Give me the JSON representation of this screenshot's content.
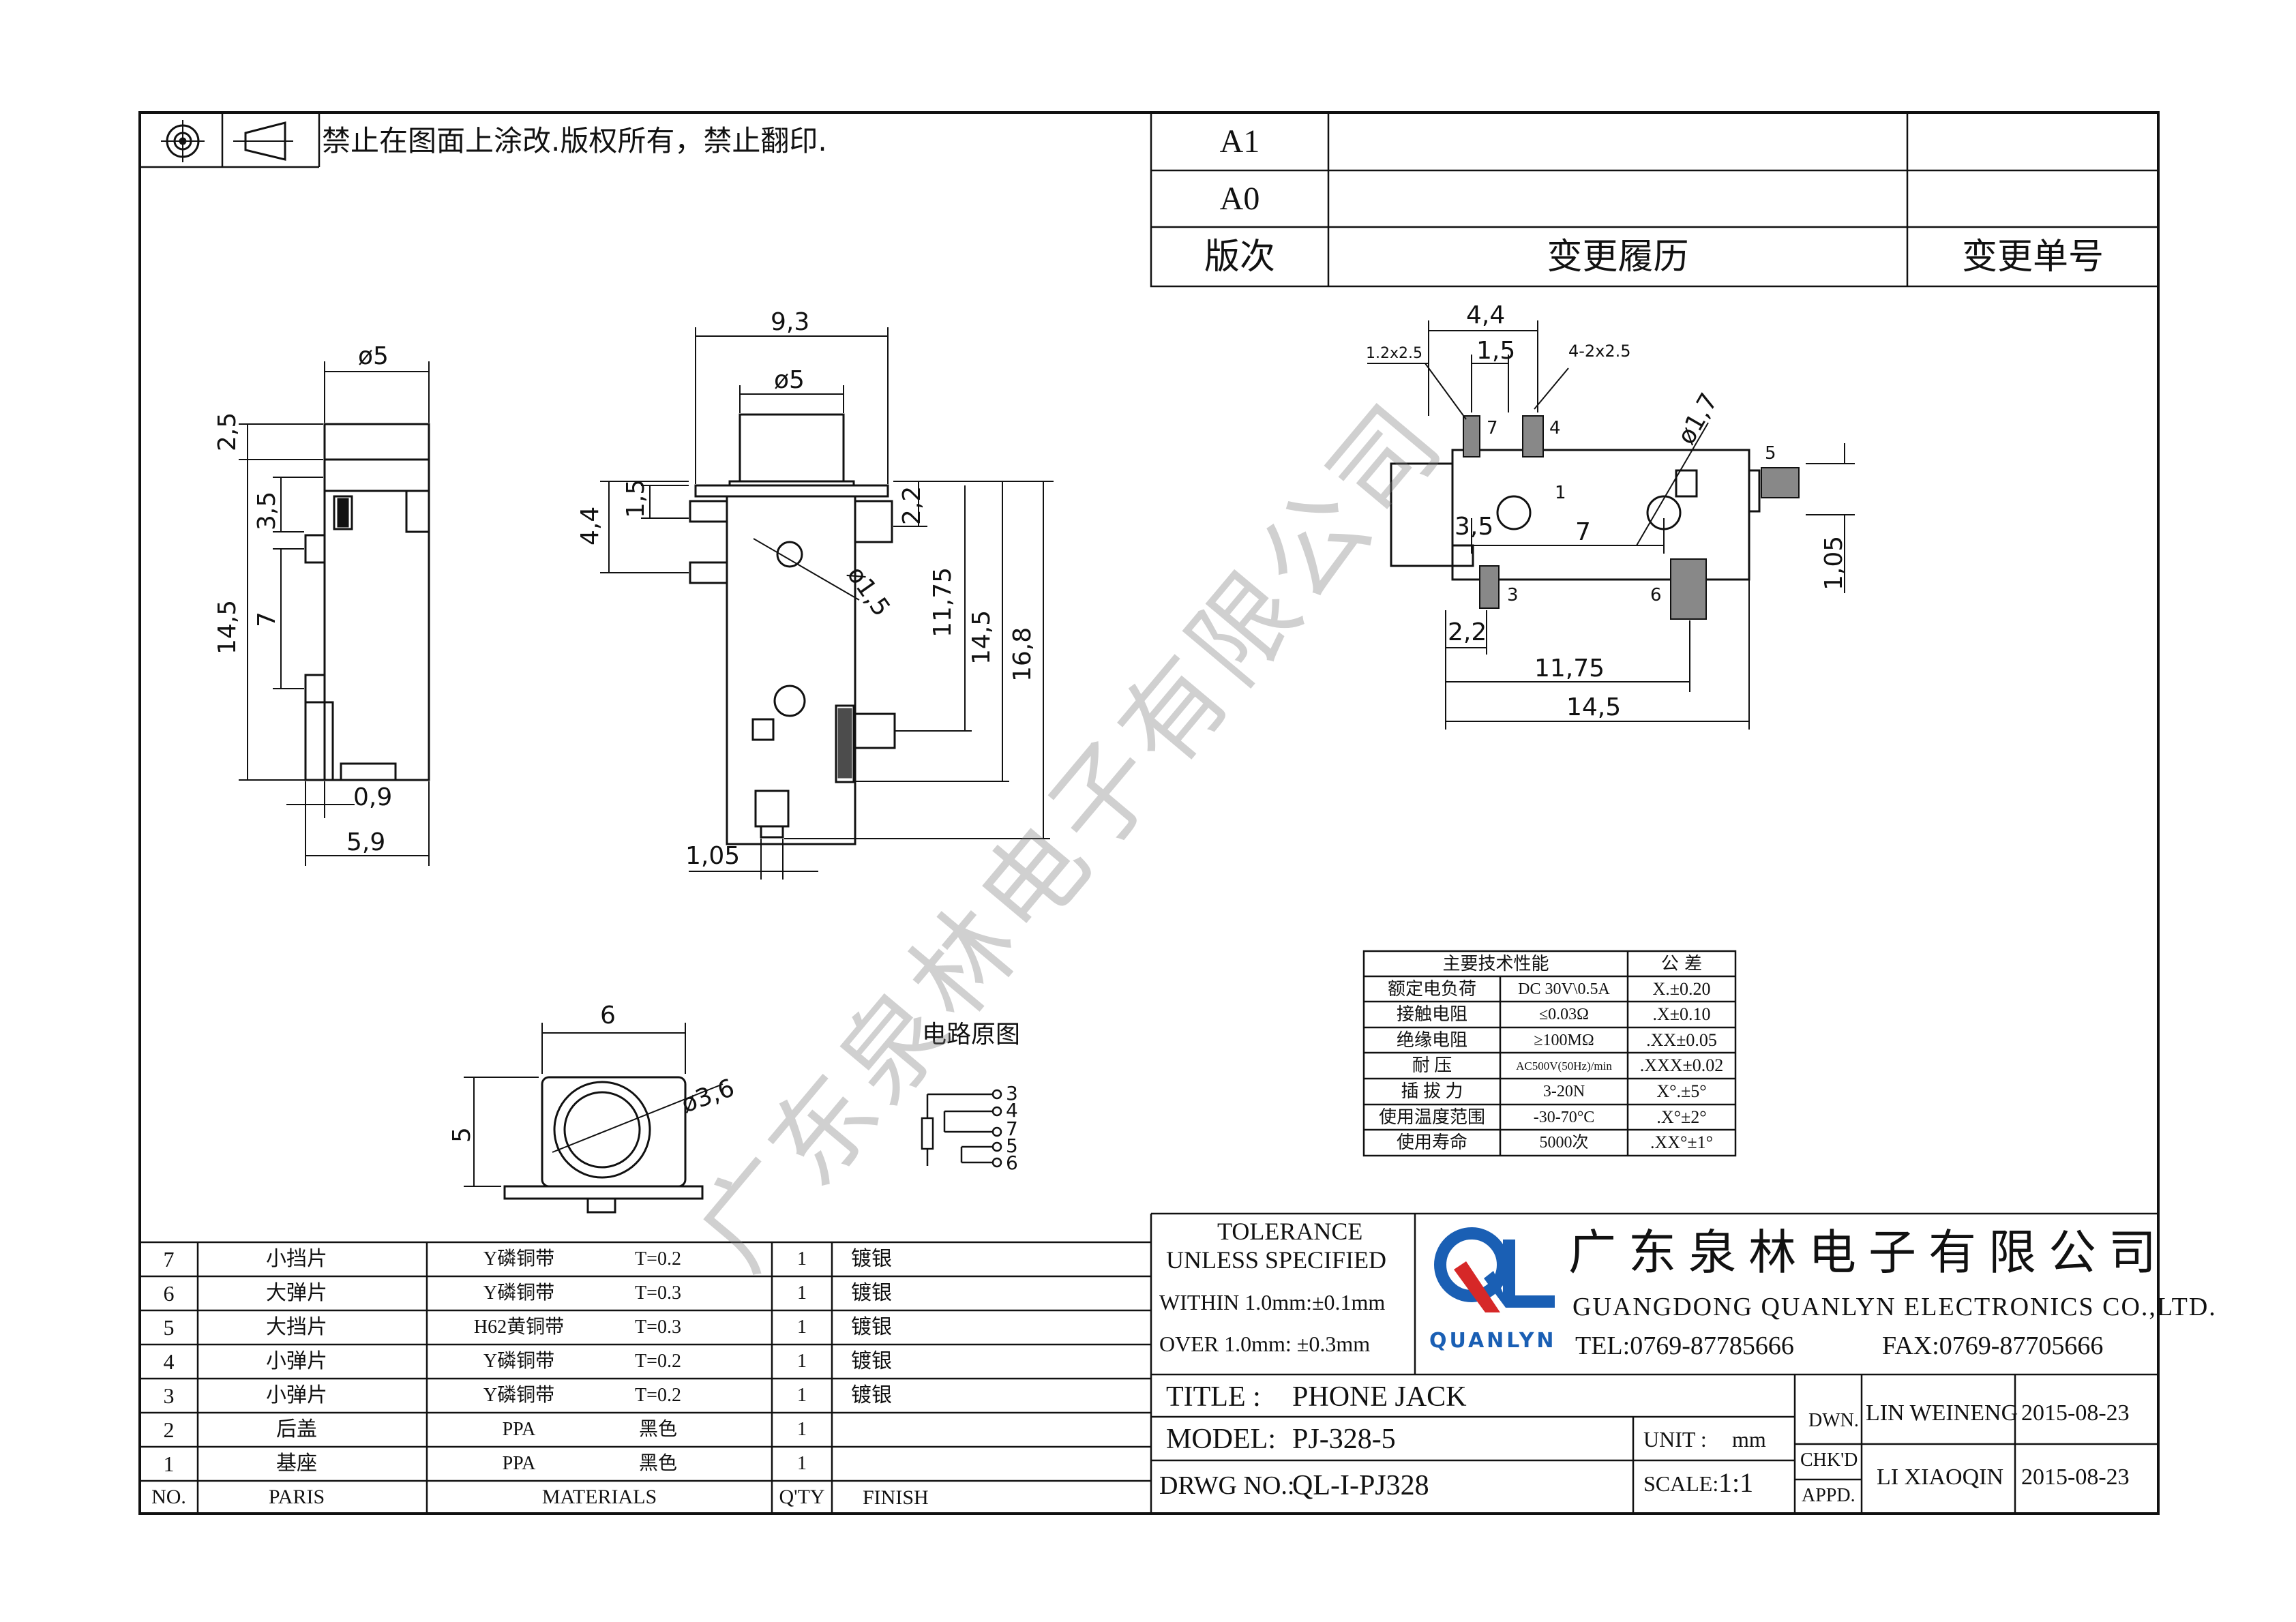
{
  "notice": "禁止在图面上涂改.版权所有，禁止翻印.",
  "revision": {
    "rows": [
      "A1",
      "A0"
    ],
    "header": {
      "version": "版次",
      "history": "变更履历",
      "number": "变更单号"
    }
  },
  "dims_side": {
    "d5": "ø5",
    "d2_5": "2,5",
    "d3_5": "3,5",
    "d14_5": "14,5",
    "d7": "7",
    "d0_9": "0,9",
    "d5_9": "5,9"
  },
  "dims_front": {
    "d9_3": "9,3",
    "d5": "ø5",
    "d4_4": "4,4",
    "d1_5": "1,5",
    "d2_2": "2,2",
    "d1_5dia": "ø1,5",
    "d11_75": "11,75",
    "d14_5": "14,5",
    "d16_8": "16,8",
    "d1_05": "1,05"
  },
  "dims_pcb": {
    "d4_4": "4,4",
    "d1_5": "1,5",
    "pad1": "1.2x2.5",
    "pad4": "4-2x2.5",
    "d1_7": "ø1,7",
    "d3_5": "3,5",
    "d7": "7",
    "d1_05": "1,05",
    "d2_2": "2,2",
    "d11_75": "11,75",
    "d14_5": "14,5",
    "pins": {
      "p1": "1",
      "p3": "3",
      "p4": "4",
      "p5": "5",
      "p6": "6",
      "p7": "7"
    }
  },
  "dims_top": {
    "d6": "6",
    "d5": "5",
    "d3_6": "ø3,6"
  },
  "circuit": {
    "title": "电路原图",
    "pins": [
      "3",
      "4",
      "7",
      "5",
      "6"
    ]
  },
  "watermark": "广东泉林电子有限公司",
  "spec_table": {
    "headers": [
      "主要技术性能",
      "公  差"
    ],
    "rows": [
      {
        "label": "额定电负荷",
        "value": "DC 30V\\0.5A",
        "tol": "X.±0.20"
      },
      {
        "label": "接触电阻",
        "value": "≤0.03Ω",
        "tol": ".X±0.10"
      },
      {
        "label": "绝缘电阻",
        "value": "≥100MΩ",
        "tol": ".XX±0.05"
      },
      {
        "label": "耐  压",
        "value": "AC500V(50Hz)/min",
        "tol": ".XXX±0.02"
      },
      {
        "label": "插 拔 力",
        "value": "3-20N",
        "tol": "X°.±5°"
      },
      {
        "label": "使用温度范围",
        "value": "-30-70°C",
        "tol": ".X°±2°"
      },
      {
        "label": "使用寿命",
        "value": "5000次",
        "tol": ".XX°±1°"
      }
    ]
  },
  "bom": {
    "headers": {
      "no": "NO.",
      "part": "PARIS",
      "materials": "MATERIALS",
      "qty": "Q'TY",
      "finish": "FINISH"
    },
    "rows": [
      {
        "no": "7",
        "part": "小挡片",
        "material": "Y磷铜带",
        "spec": "T=0.2",
        "qty": "1",
        "finish": "镀银"
      },
      {
        "no": "6",
        "part": "大弹片",
        "material": "Y磷铜带",
        "spec": "T=0.3",
        "qty": "1",
        "finish": "镀银"
      },
      {
        "no": "5",
        "part": "大挡片",
        "material": "H62黄铜带",
        "spec": "T=0.3",
        "qty": "1",
        "finish": "镀银"
      },
      {
        "no": "4",
        "part": "小弹片",
        "material": "Y磷铜带",
        "spec": "T=0.2",
        "qty": "1",
        "finish": "镀银"
      },
      {
        "no": "3",
        "part": "小弹片",
        "material": "Y磷铜带",
        "spec": "T=0.2",
        "qty": "1",
        "finish": "镀银"
      },
      {
        "no": "2",
        "part": "后盖",
        "material": "PPA",
        "spec": "黑色",
        "qty": "1",
        "finish": ""
      },
      {
        "no": "1",
        "part": "基座",
        "material": "PPA",
        "spec": "黑色",
        "qty": "1",
        "finish": ""
      }
    ]
  },
  "title_block": {
    "tolerance_1": "TOLERANCE",
    "tolerance_2": "UNLESS SPECIFIED",
    "within": "WITHIN 1.0mm:±0.1mm",
    "over": "OVER 1.0mm:  ±0.3mm",
    "logo_text": "QUANLYN",
    "company_cn": "广东泉林电子有限公司",
    "company_en": "GUANGDONG QUANLYN ELECTRONICS CO.,LTD.",
    "tel": "TEL:0769-87785666",
    "fax": "FAX:0769-87705666",
    "title_label": "TITLE :",
    "title_value": "PHONE JACK",
    "model_label": "MODEL:",
    "model_value": "PJ-328-5",
    "drwg_label": "DRWG NO.:",
    "drwg_value": "QL-I-PJ328",
    "unit_label": "UNIT :",
    "unit_value": "mm",
    "scale_label": "SCALE:",
    "scale_value": "1:1",
    "dwn": "DWN.",
    "chkd": "CHK'D",
    "appd": "APPD.",
    "dwn_name": "LIN WEINENG",
    "dwn_date": "2015-08-23",
    "chk_name": "LI XIAOQIN",
    "chk_date": "2015-08-23"
  },
  "colors": {
    "logo_blue": "#1a5fb4",
    "logo_red": "#d62828",
    "line": "#111111"
  }
}
